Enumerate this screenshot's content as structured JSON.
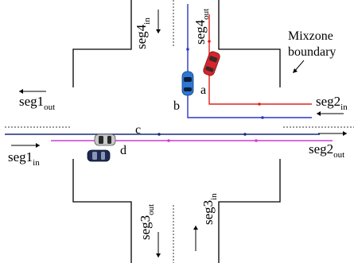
{
  "annotation": {
    "line1": "Mixzone",
    "line2": "boundary"
  },
  "segments": [
    {
      "id": "seg1_out",
      "base": "seg1",
      "sub": "out"
    },
    {
      "id": "seg1_in",
      "base": "seg1",
      "sub": "in"
    },
    {
      "id": "seg2_in",
      "base": "seg2",
      "sub": "in"
    },
    {
      "id": "seg2_out",
      "base": "seg2",
      "sub": "out"
    },
    {
      "id": "seg3_out",
      "base": "seg3",
      "sub": "out"
    },
    {
      "id": "seg3_in",
      "base": "seg3",
      "sub": "in"
    },
    {
      "id": "seg4_in",
      "base": "seg4",
      "sub": "in"
    },
    {
      "id": "seg4_out",
      "base": "seg4",
      "sub": "out"
    }
  ],
  "vehicle_labels": {
    "a": "a",
    "b": "b",
    "c": "c",
    "d": "d"
  },
  "colors": {
    "road_edge": "#000000",
    "path_red": "#e0201c",
    "path_blue": "#2a36c8",
    "path_navy": "#1c2a7a",
    "path_magenta": "#d23ad2",
    "car_red": "#d8242c",
    "car_blue": "#2c78d4",
    "car_silver": "#c8c8c8",
    "car_dark": "#1e2a52"
  }
}
